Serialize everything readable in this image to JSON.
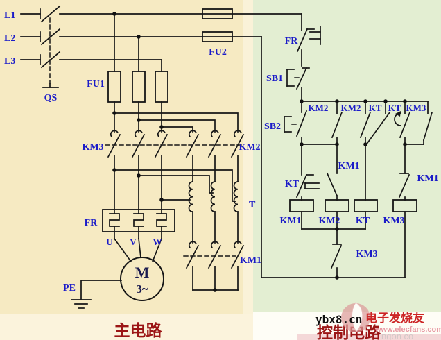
{
  "captions": {
    "main": "主电路",
    "control": "控制电路"
  },
  "watermark": {
    "site": "ybx8.cn",
    "brand": "电子发烧友",
    "url": "www.elecfans.com",
    "fragment": "ngon co"
  },
  "colors": {
    "main_bg": "#F6EAC2",
    "control_bg": "#E3EED2",
    "divider_bg": "#FAF2D8",
    "bottom_left_bg": "#FBF3DC",
    "bottom_right_bg": "#FEFDF6",
    "pink_strip": "#F4D8D8",
    "wire": "#161616",
    "label_blue": "#1B1BC8",
    "caption_red": "#9B1515",
    "watermark_red": "#CC2525",
    "watermark_pink": "#E89AA4"
  },
  "labels": {
    "l1": "L1",
    "l2": "L2",
    "l3": "L3",
    "qs": "QS",
    "fu1": "FU1",
    "fu2": "FU2",
    "km3_main": "KM3",
    "km2_main": "KM2",
    "t_transformer": "T",
    "km1_main": "KM1",
    "fr_main": "FR",
    "u": "U",
    "v": "V",
    "w": "W",
    "motor_letter": "M",
    "motor_phase": "3~",
    "pe": "PE",
    "fr_ctrl": "FR",
    "sb1": "SB1",
    "sb2": "SB2",
    "br_km2_a": "KM2",
    "br_km2_b": "KM2",
    "br_kt_a": "KT",
    "br_kt_b": "KT",
    "br_km3": "KM3",
    "kt_nc": "KT",
    "km1_no_a": "KM1",
    "km1_no_b": "KM1",
    "km3_nc": "KM3",
    "coil_km1": "KM1",
    "coil_km2": "KM2",
    "coil_kt": "KT",
    "coil_km3": "KM3"
  }
}
